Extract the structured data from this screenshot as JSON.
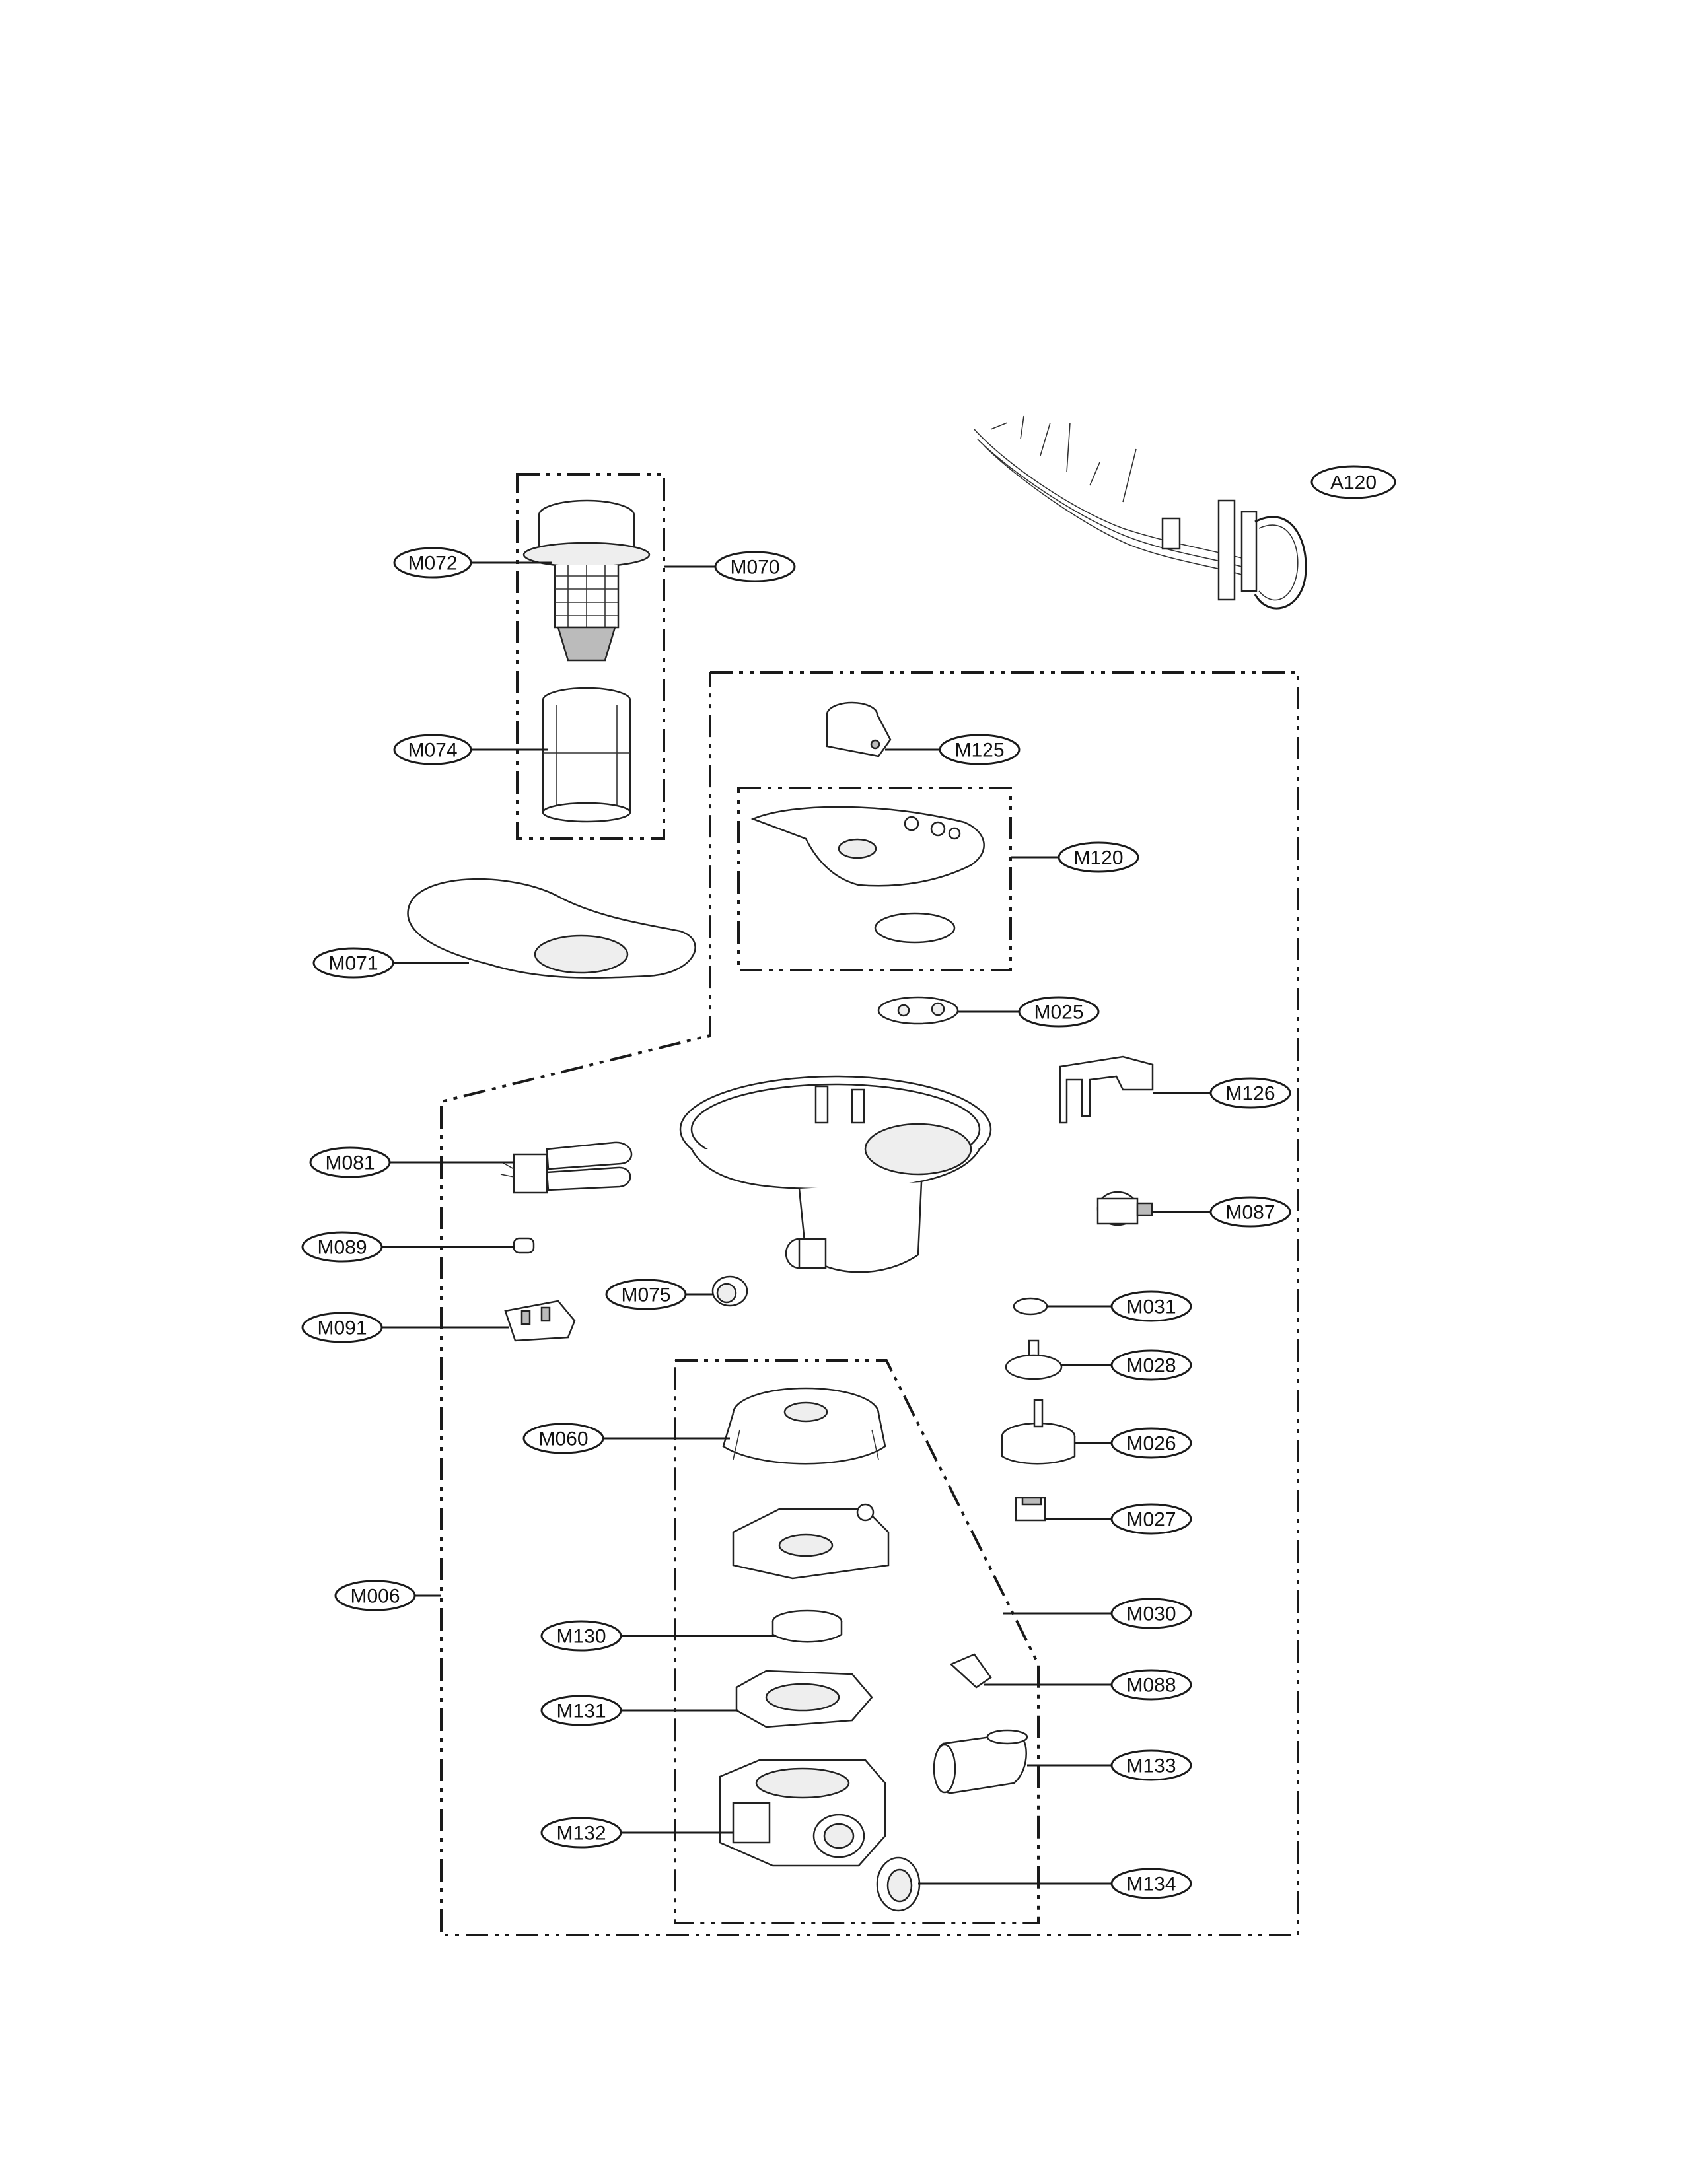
{
  "callouts": {
    "A120": "A120",
    "M070": "M070",
    "M072": "M072",
    "M074": "M074",
    "M071": "M071",
    "M125": "M125",
    "M120": "M120",
    "M025": "M025",
    "M126": "M126",
    "M081": "M081",
    "M087": "M087",
    "M089": "M089",
    "M075": "M075",
    "M031": "M031",
    "M091": "M091",
    "M028": "M028",
    "M060": "M060",
    "M026": "M026",
    "M027": "M027",
    "M006": "M006",
    "M030": "M030",
    "M130": "M130",
    "M088": "M088",
    "M131": "M131",
    "M133": "M133",
    "M132": "M132",
    "M134": "M134"
  }
}
